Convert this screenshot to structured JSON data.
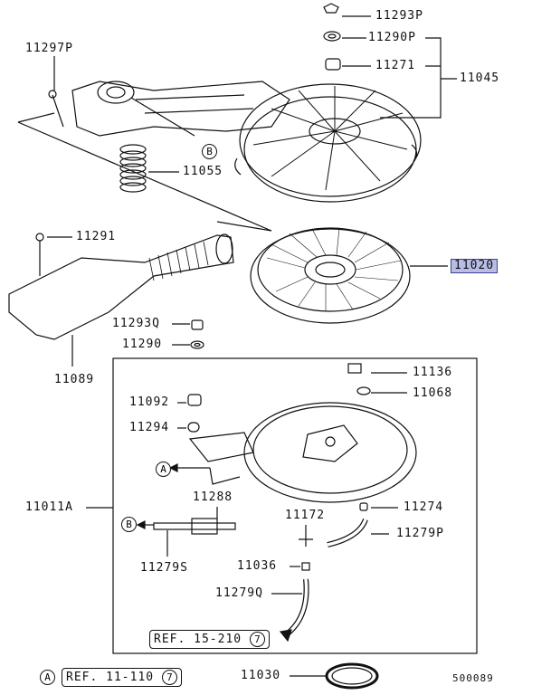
{
  "labels": {
    "p11293P": "11293P",
    "p11290P": "11290P",
    "p11271": "11271",
    "p11045": "11045",
    "p11297P": "11297P",
    "p11055": "11055",
    "p11291": "11291",
    "p11020": "11020",
    "p11293Q": "11293Q",
    "p11290": "11290",
    "p11089": "11089",
    "p11136": "11136",
    "p11068": "11068",
    "p11092": "11092",
    "p11294": "11294",
    "p11288": "11288",
    "p11011A": "11011A",
    "p11274": "11274",
    "p11172": "11172",
    "p11279P": "11279P",
    "p11279S": "11279S",
    "p11036": "11036",
    "p11279Q": "11279Q",
    "p11030": "11030",
    "diagram_id": "500089"
  },
  "refs": {
    "ref_main": "REF. 15-210",
    "ref_main_num": "7",
    "ref_a": "REF. 11-110",
    "ref_a_num": "7"
  },
  "markers": {
    "a": "A",
    "b": "B"
  },
  "colors": {
    "highlight": "#b9bde6",
    "ink": "#111111"
  }
}
